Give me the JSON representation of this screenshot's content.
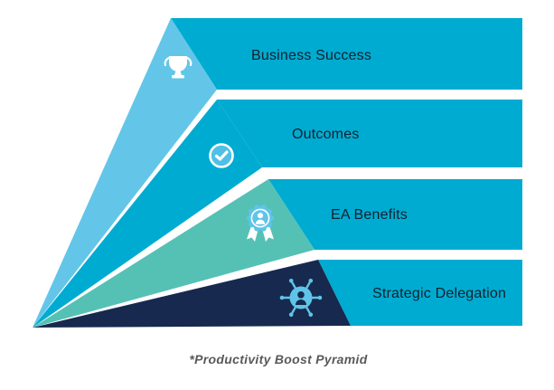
{
  "diagram": {
    "caption": "*Productivity Boost Pyramid",
    "segments": [
      {
        "label": "Business Success",
        "icon": "trophy",
        "triangle_color": "#63C6E8",
        "bar_color": "#00ABD1"
      },
      {
        "label": "Outcomes",
        "icon": "check-circle",
        "triangle_color": "#00ABD1",
        "bar_color": "#00ABD1"
      },
      {
        "label": "EA Benefits",
        "icon": "award-ribbon",
        "triangle_color": "#55C1B5",
        "bar_color": "#00ABD1"
      },
      {
        "label": "Strategic Delegation",
        "icon": "person-network",
        "triangle_color": "#17294E",
        "bar_color": "#00ABD1"
      }
    ],
    "colors": {
      "background": "#FFFFFF",
      "bar": "#00ABD1",
      "light_blue": "#63C6E8",
      "teal": "#55C1B5",
      "navy": "#17294E",
      "icon_accent": "#5FC4E8",
      "check_fill": "#4EC0E6",
      "icon_white": "#FFFFFF",
      "label_text": "#14202E",
      "caption_text": "#58595B"
    }
  }
}
